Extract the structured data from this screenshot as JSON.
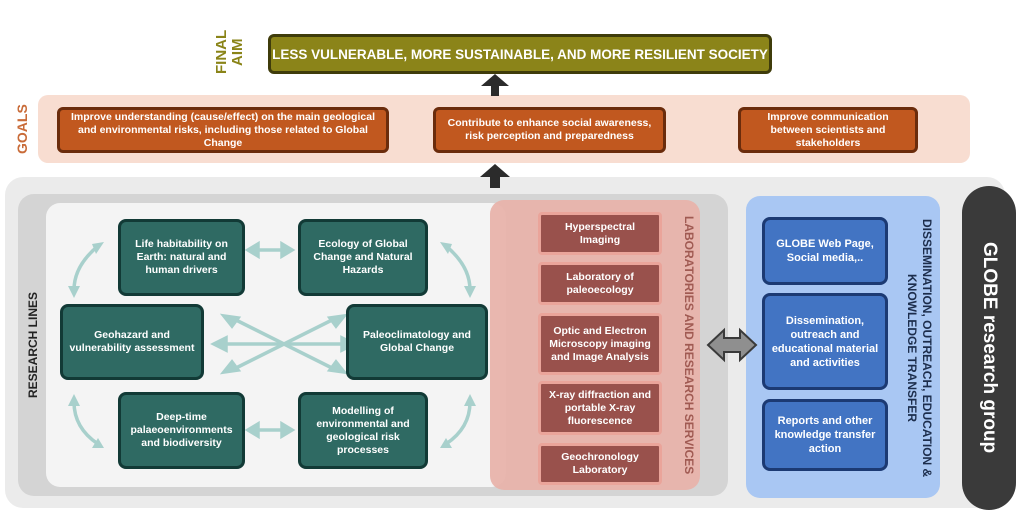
{
  "final_aim": {
    "label": "FINAL AIM",
    "text": "LESS VULNERABLE, MORE SUSTAINABLE, AND MORE RESILIENT SOCIETY"
  },
  "goals": {
    "label": "GOALS",
    "items": [
      "Improve understanding (cause/effect) on the main geological and environmental risks, including those related to Global Change",
      "Contribute to enhance social awareness, risk perception and preparedness",
      "Improve communication between scientists and stakeholders"
    ]
  },
  "research_lines": {
    "label": "RESEARCH LINES",
    "items": [
      "Life habitability on Earth: natural and human drivers",
      "Ecology of Global Change and Natural Hazards",
      "Geohazard and vulnerability assessment",
      "Paleoclimatology and Global Change",
      "Deep-time palaeoenvironments and biodiversity",
      "Modelling of environmental and geological risk processes"
    ]
  },
  "labs": {
    "label": "LABORATORIES AND RESEARCH SERVICES",
    "items": [
      "Hyperspectral Imaging",
      "Laboratory of paleoecology",
      "Optic and Electron Microscopy imaging and Image Analysis",
      "X-ray diffraction and portable X-ray fluorescence",
      "Geochronology Laboratory"
    ]
  },
  "dissemination": {
    "label": "DISSEMINATION, OUTREACH, EDUCATION & KNOWLEDGE TRANSFER",
    "items": [
      "GLOBE Web Page, Social media,..",
      "Dissemination, outreach and educational material and activities",
      "Reports and other knowledge transfer action"
    ]
  },
  "group": {
    "label": "GLOBE research group"
  },
  "colors": {
    "final_aim": "#8b8419",
    "goals": "#c1581f",
    "research": "#2f6a63",
    "labs": "#99514c",
    "dissemination": "#4274c3",
    "connector": "#a8d0cc"
  }
}
